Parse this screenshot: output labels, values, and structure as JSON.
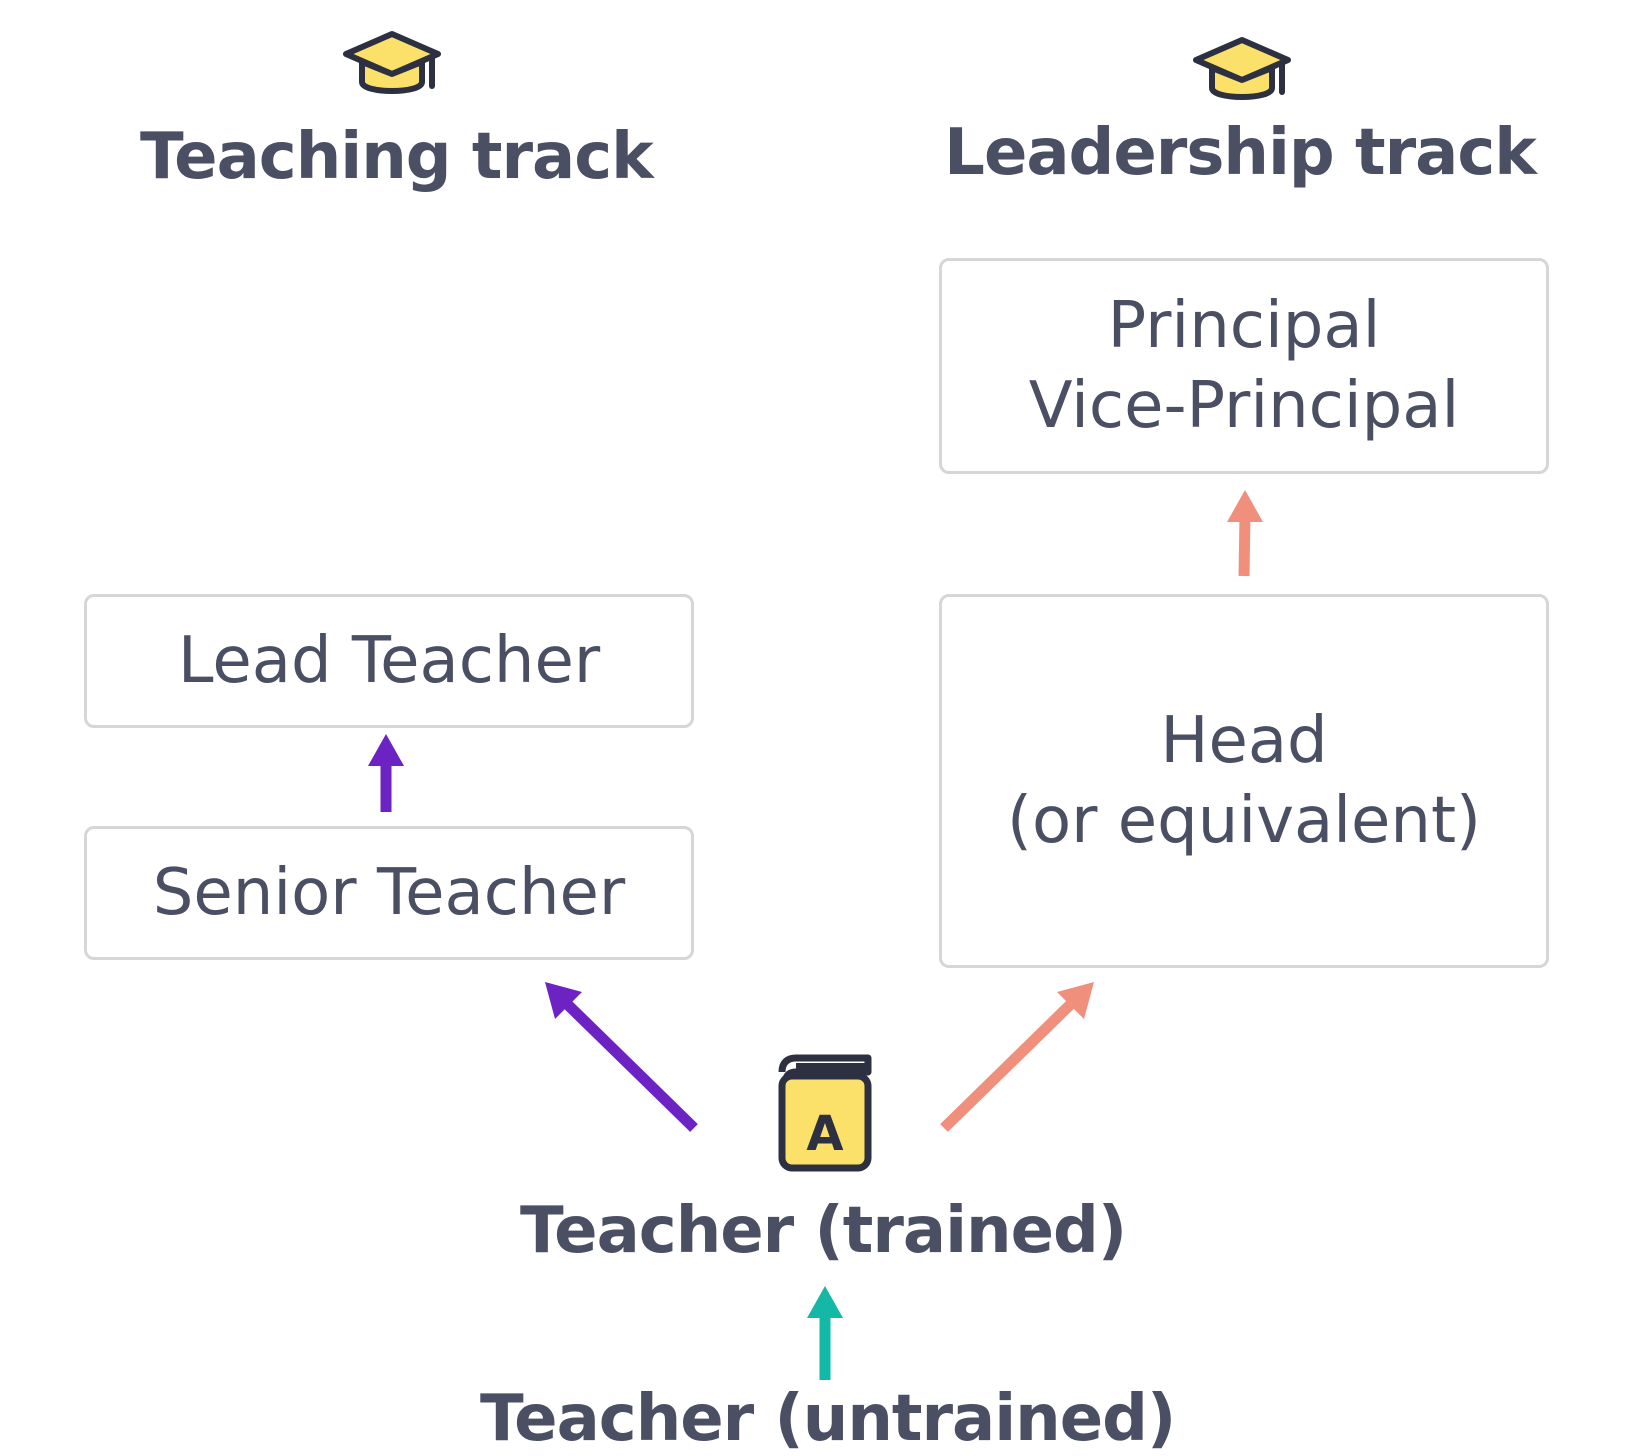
{
  "tracks": {
    "teaching": {
      "title": "Teaching track",
      "icon": "graduation-cap-icon"
    },
    "leadership": {
      "title": "Leadership track",
      "icon": "graduation-cap-icon"
    }
  },
  "boxes": {
    "lead_teacher": {
      "lines": [
        "Lead Teacher"
      ]
    },
    "senior_teacher": {
      "lines": [
        "Senior Teacher"
      ]
    },
    "principal": {
      "lines": [
        "Principal",
        "Vice-Principal"
      ]
    },
    "head": {
      "lines": [
        "Head",
        "(or equivalent)"
      ]
    }
  },
  "roles": {
    "trained": "Teacher (trained)",
    "untrained": "Teacher (untrained)"
  },
  "book_icon": {
    "name": "book-icon",
    "letter": "A"
  },
  "colors": {
    "text": "#4a4f63",
    "box_border": "#d6d6d9",
    "teaching_arrow": "#6d22c4",
    "leadership_arrow": "#f0907c",
    "entry_arrow": "#14b8a6",
    "icon_fill": "#fbe16a",
    "icon_stroke": "#2c3040"
  }
}
